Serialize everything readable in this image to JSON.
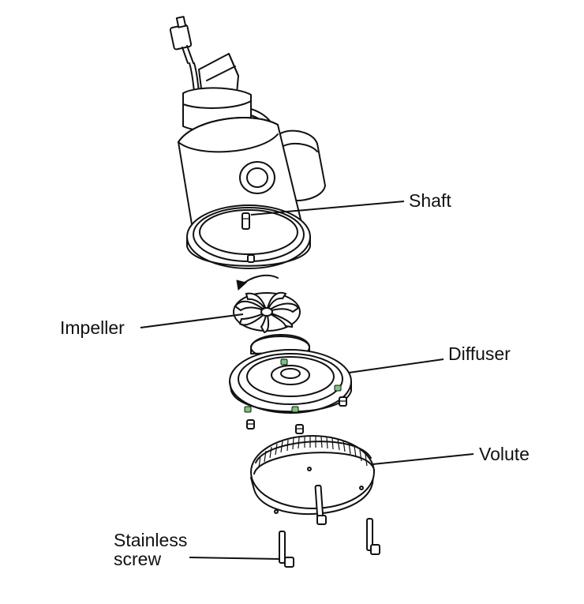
{
  "labels": {
    "shaft": "Shaft",
    "impeller": "Impeller",
    "diffuser": "Diffuser",
    "volute": "Volute",
    "screw_line1": "Stainless",
    "screw_line2": "screw"
  },
  "colors": {
    "line": "#111111",
    "background": "#ffffff",
    "accent_green": "#7cc47e"
  }
}
